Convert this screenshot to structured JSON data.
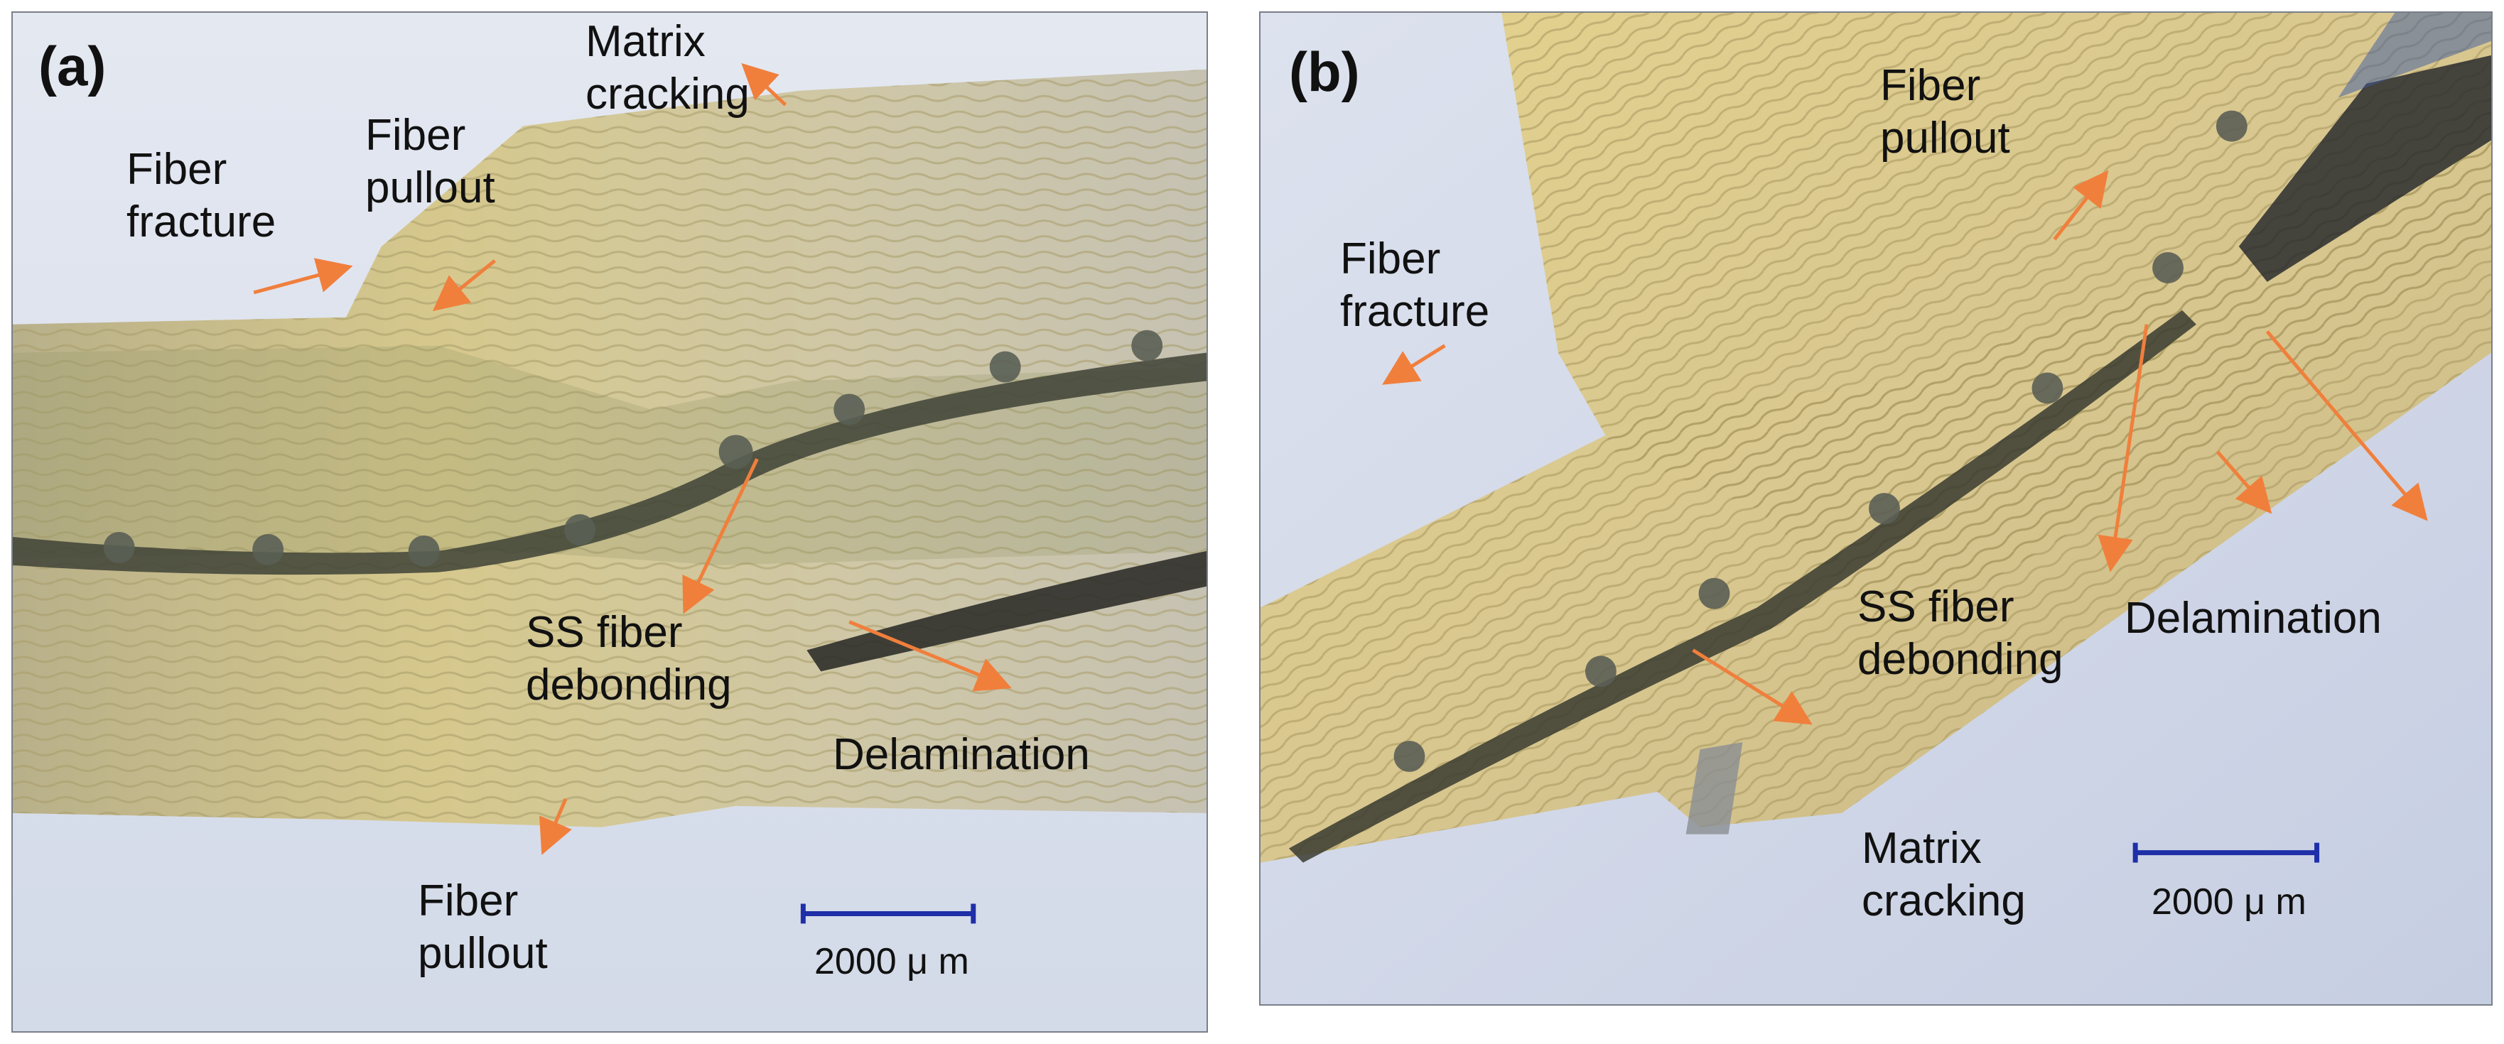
{
  "colors": {
    "arrow": "#f07f3c",
    "scale_bar": "#1f2fa8",
    "composite_fiber": "#cdbf86",
    "background": "#d8deea"
  },
  "panel_a": {
    "letter": "(a)",
    "labels": {
      "matrix_cracking": [
        "Matrix",
        "cracking"
      ],
      "fiber_pullout_top": [
        "Fiber",
        "pullout"
      ],
      "fiber_fracture": [
        "Fiber",
        "fracture"
      ],
      "ss_fiber_debonding": [
        "SS fiber",
        "debonding"
      ],
      "delamination": "Delamination",
      "fiber_pullout_bottom": [
        "Fiber",
        "pullout"
      ]
    },
    "scale_bar": "2000 μ m"
  },
  "panel_b": {
    "letter": "(b)",
    "labels": {
      "fiber_pullout": [
        "Fiber",
        "pullout"
      ],
      "fiber_fracture": [
        "Fiber",
        "fracture"
      ],
      "ss_fiber_debonding": [
        "SS fiber",
        "debonding"
      ],
      "delamination": "Delamination",
      "matrix_cracking": [
        "Matrix",
        "cracking"
      ]
    },
    "scale_bar": "2000 μ m"
  }
}
